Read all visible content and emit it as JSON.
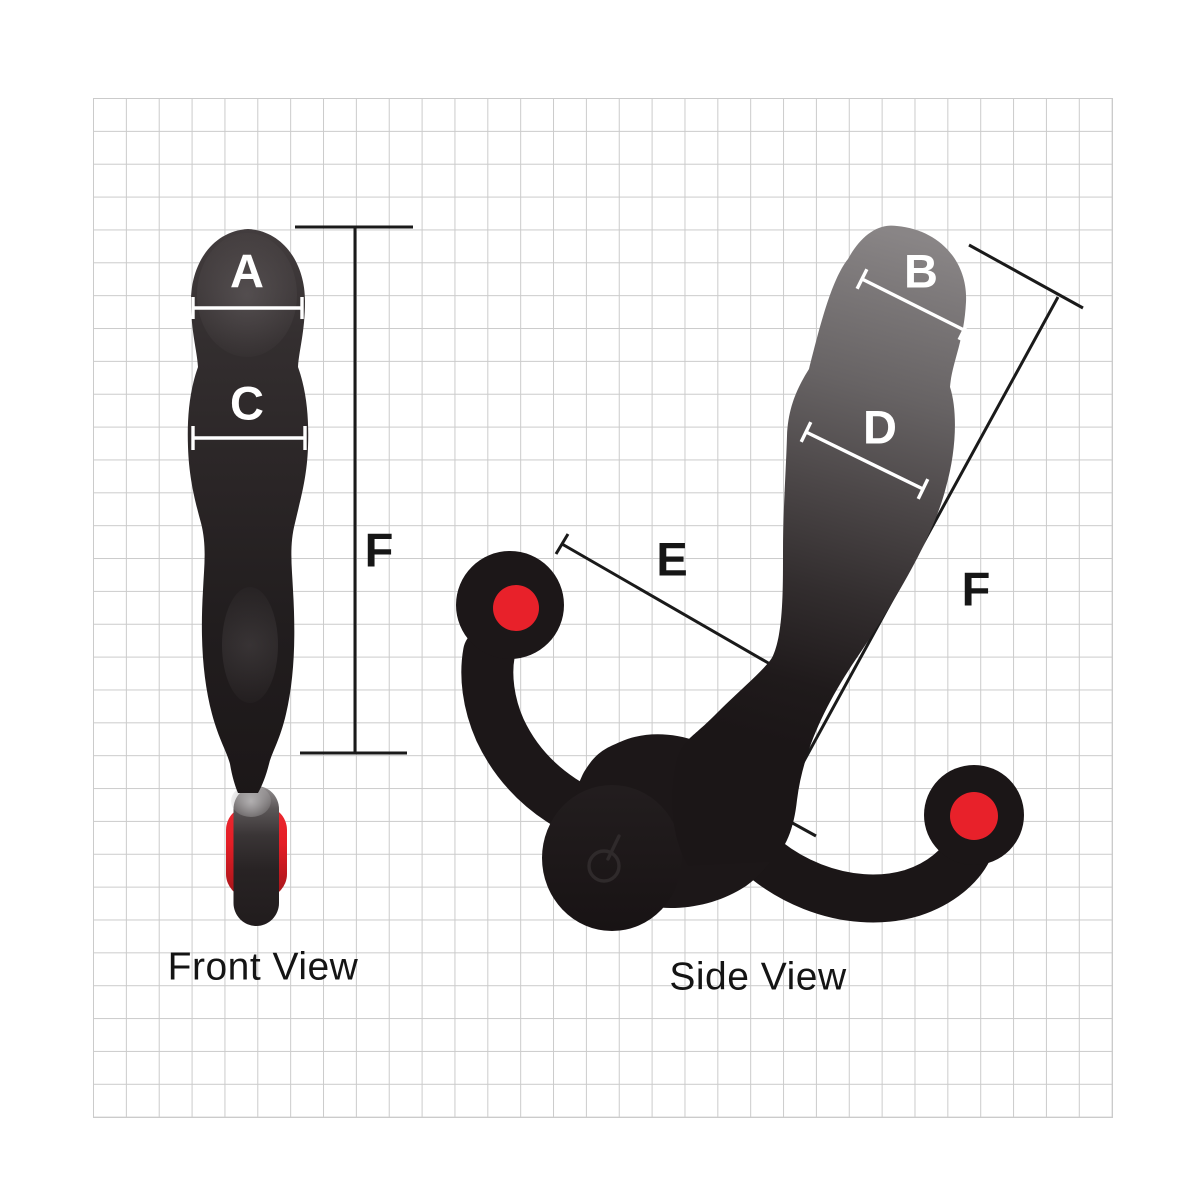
{
  "diagram": {
    "views": [
      {
        "id": "front",
        "caption": "Front View",
        "dimension_labels": [
          "A",
          "C",
          "F"
        ]
      },
      {
        "id": "side",
        "caption": "Side View",
        "dimension_labels": [
          "B",
          "D",
          "E",
          "F"
        ]
      }
    ],
    "labels": {
      "a": "A",
      "b": "B",
      "c": "C",
      "d": "D",
      "e": "E",
      "f_front": "F",
      "f_side": "F"
    },
    "icons": {
      "power": "⏻"
    },
    "colors": {
      "accent_red": "#e8212a",
      "body_black": "#1c1718",
      "head_gray": "#7b7778",
      "grid_line": "#cbcbcb",
      "dimension_line_white": "#ffffff",
      "dimension_line_black": "#1a1a1a",
      "background": "#ffffff"
    }
  }
}
